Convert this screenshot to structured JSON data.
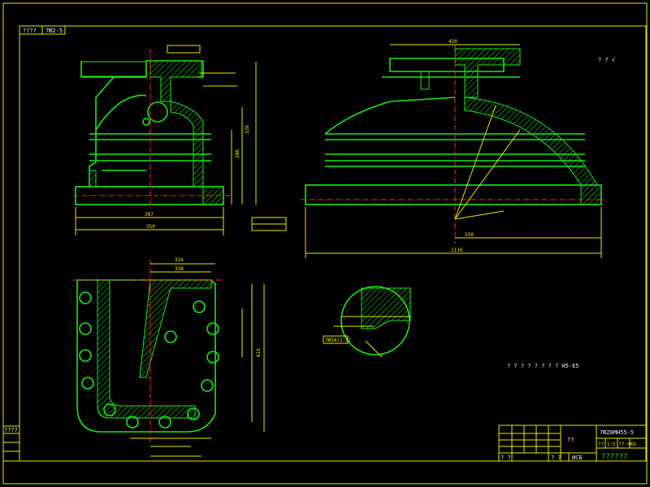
{
  "sheet": {
    "corner_code": "????",
    "corner_tag": "7Ю2-5",
    "side_label": "????",
    "roughness_note": "? ? √",
    "tech_note": "? ? ? ? ? ? ? ? H5-E5"
  },
  "title_block": {
    "drawing_no": "7ЮZ8МH55-5",
    "part_name": "??",
    "material": "ИСБ",
    "scale_row": "?? 1:5  ?? 4KG",
    "company": "??????",
    "sign_a": "? ?",
    "sign_b": "? ?"
  },
  "dims": {
    "front_bottom": "350",
    "front_inner": "287",
    "front_height": "326",
    "front_h2": "286",
    "side_bottom": "1116",
    "side_inner": "550",
    "side_top": "420",
    "plan_top": "316",
    "plan_mid": "338",
    "plan_right": "615",
    "detail_callout": "7Ю5А(1:5)"
  }
}
